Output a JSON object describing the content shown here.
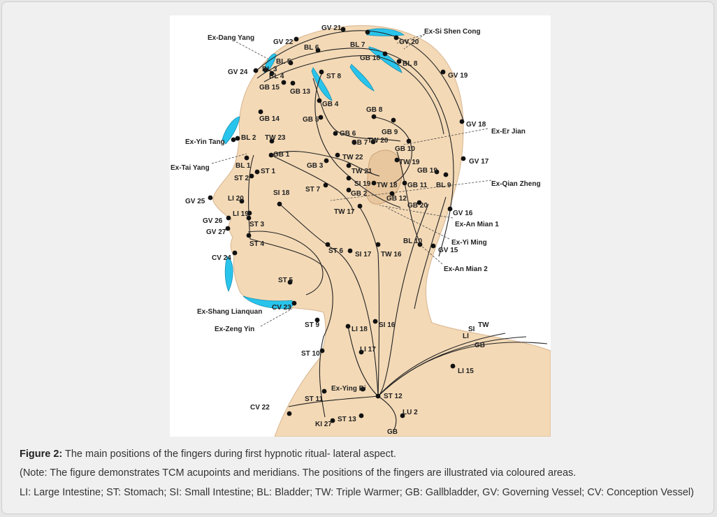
{
  "caption": {
    "figure_label": "Figure 2:",
    "title": "The main positions of the fingers during first hypnotic ritual- lateral aspect.",
    "note": "(Note: The figure demonstrates TCM acupoints and meridians. The positions of the fingers are illustrated via coloured areas.",
    "abbreviations": "LI: Large Intestine; ST: Stomach; SI: Small Intestine; BL: Bladder; TW: Triple Warmer; GB: Gallbladder, GV: Governing Vessel; CV: Conception Vessel)"
  },
  "colors": {
    "skin": "#f3d9b6",
    "finger_area": "#29c4ec",
    "meridian": "#222222"
  },
  "acupoints": [
    {
      "label": "GV 21"
    },
    {
      "label": "GV 22"
    },
    {
      "label": "Ex-Dang Yang"
    },
    {
      "label": "BL 6"
    },
    {
      "label": "BL 7"
    },
    {
      "label": "GV 20"
    },
    {
      "label": "Ex-Si Shen Cong"
    },
    {
      "label": "GB 18"
    },
    {
      "label": "BL 8"
    },
    {
      "label": "BL 5"
    },
    {
      "label": "BL 3"
    },
    {
      "label": "BL 4"
    },
    {
      "label": "GV 24"
    },
    {
      "label": "GB 15"
    },
    {
      "label": "GB 13"
    },
    {
      "label": "ST 8"
    },
    {
      "label": "GV 19"
    },
    {
      "label": "GB 4"
    },
    {
      "label": "GB 8"
    },
    {
      "label": "GB 14"
    },
    {
      "label": "GB 5"
    },
    {
      "label": "GB 9"
    },
    {
      "label": "GV 18"
    },
    {
      "label": "Ex-Er Jian"
    },
    {
      "label": "Ex-Yin Tang"
    },
    {
      "label": "BL 2"
    },
    {
      "label": "TW 23"
    },
    {
      "label": "GB 6"
    },
    {
      "label": "GB 7"
    },
    {
      "label": "TW 20"
    },
    {
      "label": "GB 10"
    },
    {
      "label": "GB 1"
    },
    {
      "label": "TW 22"
    },
    {
      "label": "TW 19"
    },
    {
      "label": "GV 17"
    },
    {
      "label": "Ex-Tai Yang"
    },
    {
      "label": "BL 1"
    },
    {
      "label": "ST 1"
    },
    {
      "label": "GB 3"
    },
    {
      "label": "TW 21"
    },
    {
      "label": "GB 19"
    },
    {
      "label": "ST 2"
    },
    {
      "label": "SI 19"
    },
    {
      "label": "TW 18"
    },
    {
      "label": "GB 11"
    },
    {
      "label": "BL 9"
    },
    {
      "label": "Ex-Qian Zheng"
    },
    {
      "label": "SI 18"
    },
    {
      "label": "ST 7"
    },
    {
      "label": "GB 2"
    },
    {
      "label": "GB 12"
    },
    {
      "label": "GV 25"
    },
    {
      "label": "LI 20"
    },
    {
      "label": "TW 17"
    },
    {
      "label": "GB 20"
    },
    {
      "label": "GV 16"
    },
    {
      "label": "LI 19"
    },
    {
      "label": "GV 26"
    },
    {
      "label": "ST 3"
    },
    {
      "label": "Ex-An Mian 1"
    },
    {
      "label": "GV 27"
    },
    {
      "label": "ST 4"
    },
    {
      "label": "BL 10"
    },
    {
      "label": "Ex-Yi Ming"
    },
    {
      "label": "GV 15"
    },
    {
      "label": "CV 24"
    },
    {
      "label": "ST 6"
    },
    {
      "label": "SI 17"
    },
    {
      "label": "TW 16"
    },
    {
      "label": "Ex-An Mian 2"
    },
    {
      "label": "ST 5"
    },
    {
      "label": "CV 23"
    },
    {
      "label": "Ex-Shang Lianquan"
    },
    {
      "label": "Ex-Zeng Yin"
    },
    {
      "label": "ST 9"
    },
    {
      "label": "LI 18"
    },
    {
      "label": "SI 16"
    },
    {
      "label": "TW"
    },
    {
      "label": "SI"
    },
    {
      "label": "LI"
    },
    {
      "label": "GB"
    },
    {
      "label": "ST 10"
    },
    {
      "label": "LI 17"
    },
    {
      "label": "LI 15"
    },
    {
      "label": "Ex-Ying Bi"
    },
    {
      "label": "ST 12"
    },
    {
      "label": "ST 11"
    },
    {
      "label": "CV 22"
    },
    {
      "label": "LU 2"
    },
    {
      "label": "KI 27"
    },
    {
      "label": "ST 13"
    },
    {
      "label": "GB"
    }
  ]
}
